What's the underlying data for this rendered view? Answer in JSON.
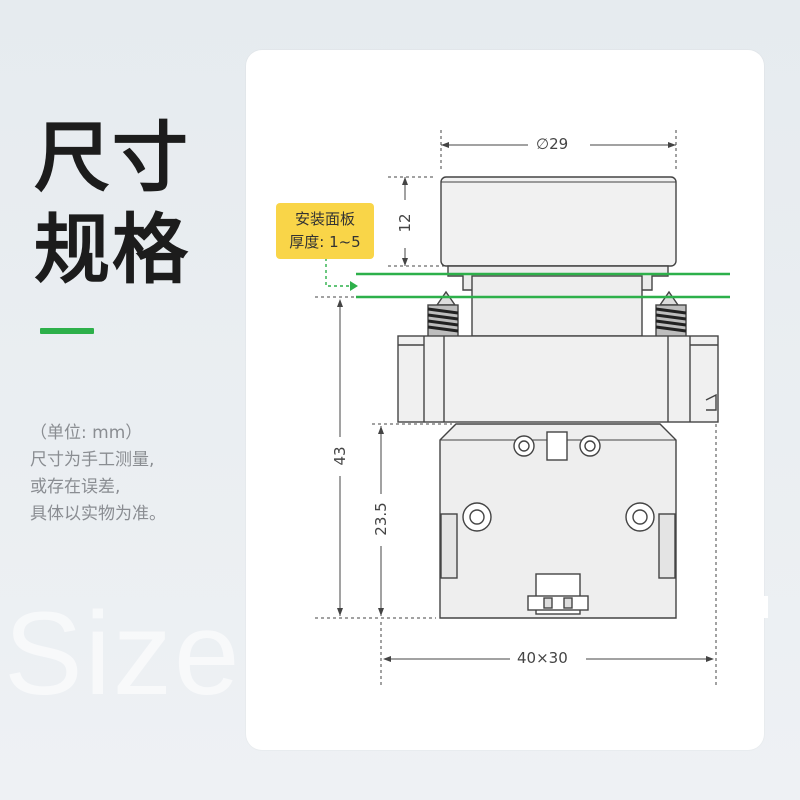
{
  "title": {
    "line1": "尺寸",
    "line2": "规格"
  },
  "note": {
    "line1": "（单位: mm）",
    "line2": "尺寸为手工测量,",
    "line3": "或存在误差,",
    "line4": "具体以实物为准。"
  },
  "watermark": "Size",
  "panel_label": {
    "line1": "安装面板",
    "line2": "厚度: 1~5"
  },
  "dimensions": {
    "diameter": "∅29",
    "cap_height": "12",
    "total_height": "43",
    "body_height": "23.5",
    "footprint": "40×30"
  },
  "colors": {
    "accent": "#2db04a",
    "label_bg": "#f9d548",
    "part_fill": "#f0f0f0",
    "outline": "#444444"
  }
}
